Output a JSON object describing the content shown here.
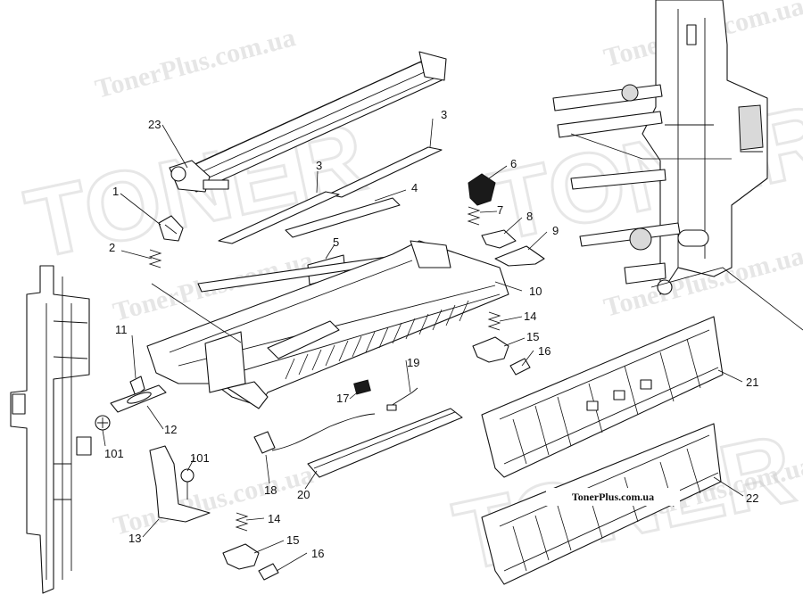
{
  "watermark": {
    "text": "TonerPlus.com.ua",
    "brand": "TONER"
  },
  "site_label": "TonerPlus.com.ua",
  "callouts": {
    "c1": "1",
    "c2": "2",
    "c3a": "3",
    "c3b": "3",
    "c4": "4",
    "c5": "5",
    "c6": "6",
    "c7": "7",
    "c8": "8",
    "c9": "9",
    "c10": "10",
    "c11": "11",
    "c12": "12",
    "c13": "13",
    "c14a": "14",
    "c14b": "14",
    "c15a": "15",
    "c15b": "15",
    "c16a": "16",
    "c16b": "16",
    "c17": "17",
    "c18": "18",
    "c19": "19",
    "c20": "20",
    "c21": "21",
    "c22": "22",
    "c23": "23",
    "c101a": "101",
    "c101b": "101"
  },
  "colors": {
    "line": "#111111",
    "watermark": "#c9c9c9",
    "background": "#ffffff"
  }
}
